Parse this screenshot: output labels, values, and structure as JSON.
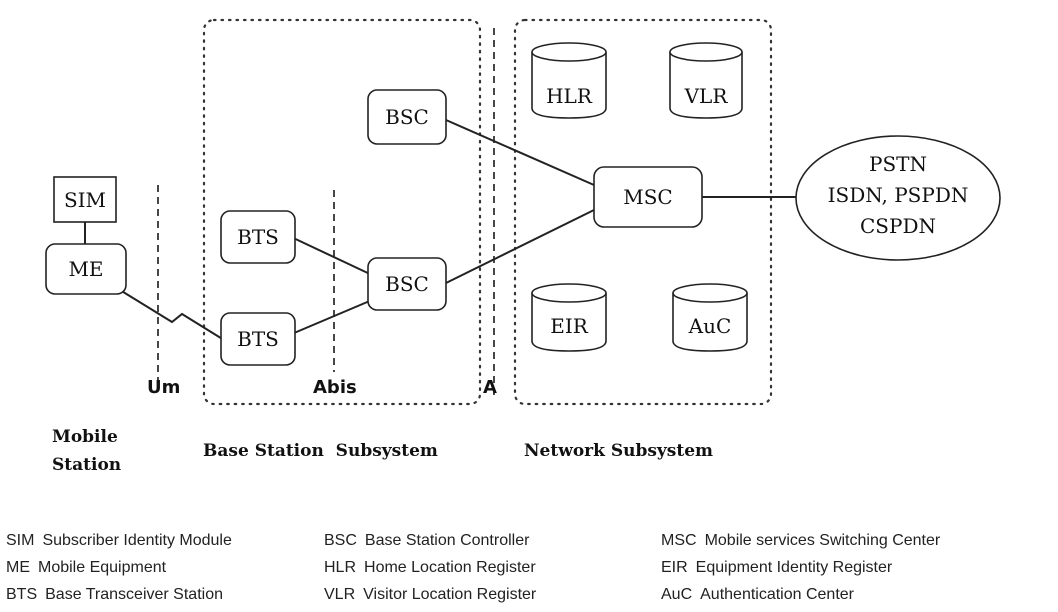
{
  "nodes": {
    "sim": "SIM",
    "me": "ME",
    "bts_top": "BTS",
    "bts_bottom": "BTS",
    "bsc_top": "BSC",
    "bsc_bottom": "BSC",
    "msc": "MSC",
    "hlr": "HLR",
    "vlr": "VLR",
    "eir": "EIR",
    "auc": "AuC",
    "pstn_lines": [
      "PSTN",
      "ISDN, PSPDN",
      "CSPDN"
    ]
  },
  "interfaces": {
    "um": "Um",
    "abis": "Abis",
    "a": "A"
  },
  "captions": {
    "mobile_station_lines": [
      "Mobile",
      "Station"
    ],
    "base_station_subsystem": "Base Station  Subsystem",
    "network_subsystem": "Network Subsystem"
  },
  "legend": {
    "columns": [
      [
        {
          "abbr": "SIM",
          "text": "Subscriber Identity Module"
        },
        {
          "abbr": "ME",
          "text": "Mobile Equipment"
        },
        {
          "abbr": "BTS",
          "text": "Base Transceiver Station"
        }
      ],
      [
        {
          "abbr": "BSC",
          "text": "Base Station Controller"
        },
        {
          "abbr": "HLR",
          "text": "Home Location Register"
        },
        {
          "abbr": "VLR",
          "text": "Visitor Location Register"
        }
      ],
      [
        {
          "abbr": "MSC",
          "text": "Mobile services Switching Center"
        },
        {
          "abbr": "EIR",
          "text": "Equipment Identity Register"
        },
        {
          "abbr": "AuC",
          "text": "Authentication Center"
        }
      ]
    ]
  }
}
